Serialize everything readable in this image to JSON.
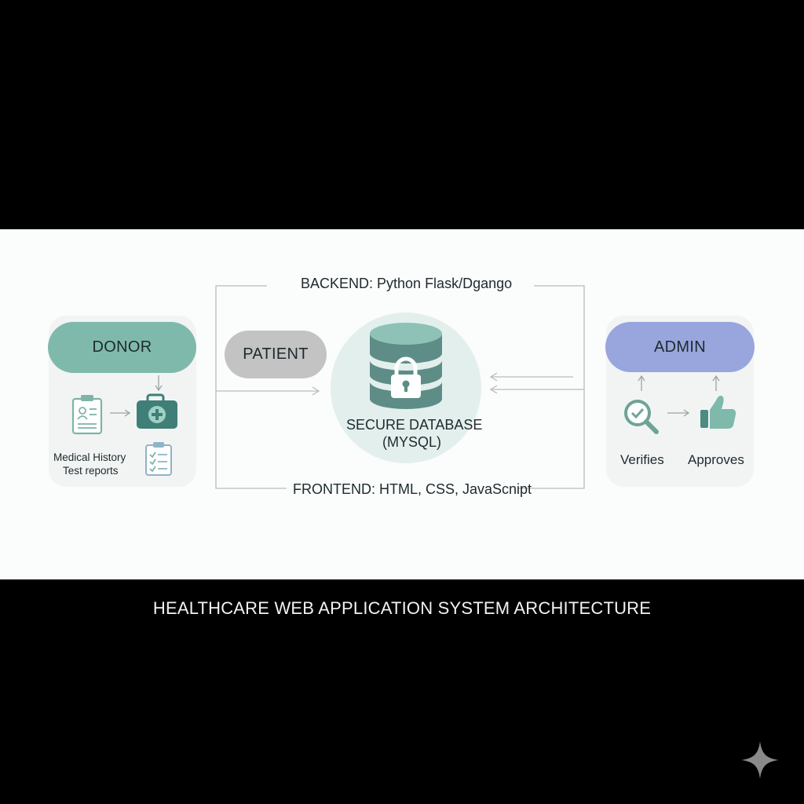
{
  "backend_label": "BACKEND: Python Flask/Dgango",
  "frontend_label": "FRONTEND: HTML, CSS, JavaScnipt",
  "donor": {
    "title": "DONOR",
    "items_line1": "Medical History",
    "items_line2": "Test reports"
  },
  "patient": {
    "title": "PATIENT"
  },
  "database": {
    "line1": "SECURE DATABASE",
    "line2": "(MYSQL)"
  },
  "admin": {
    "title": "ADMIN",
    "verifies": "Verifies",
    "approves": "Approves"
  },
  "caption": "HEALTHCARE WEB APPLICATION SYSTEM ARCHITECTURE",
  "colors": {
    "donor": "#7fb9ac",
    "patient": "#c3c3c3",
    "admin": "#98a6dd",
    "db": "#5e8d87",
    "db_circle": "#e3efed",
    "icon": "#6fa398"
  },
  "icons": [
    "clipboard-profile-icon",
    "medical-kit-icon",
    "checklist-icon",
    "database-lock-icon",
    "magnifier-check-icon",
    "thumbs-up-icon",
    "sparkle-icon"
  ]
}
